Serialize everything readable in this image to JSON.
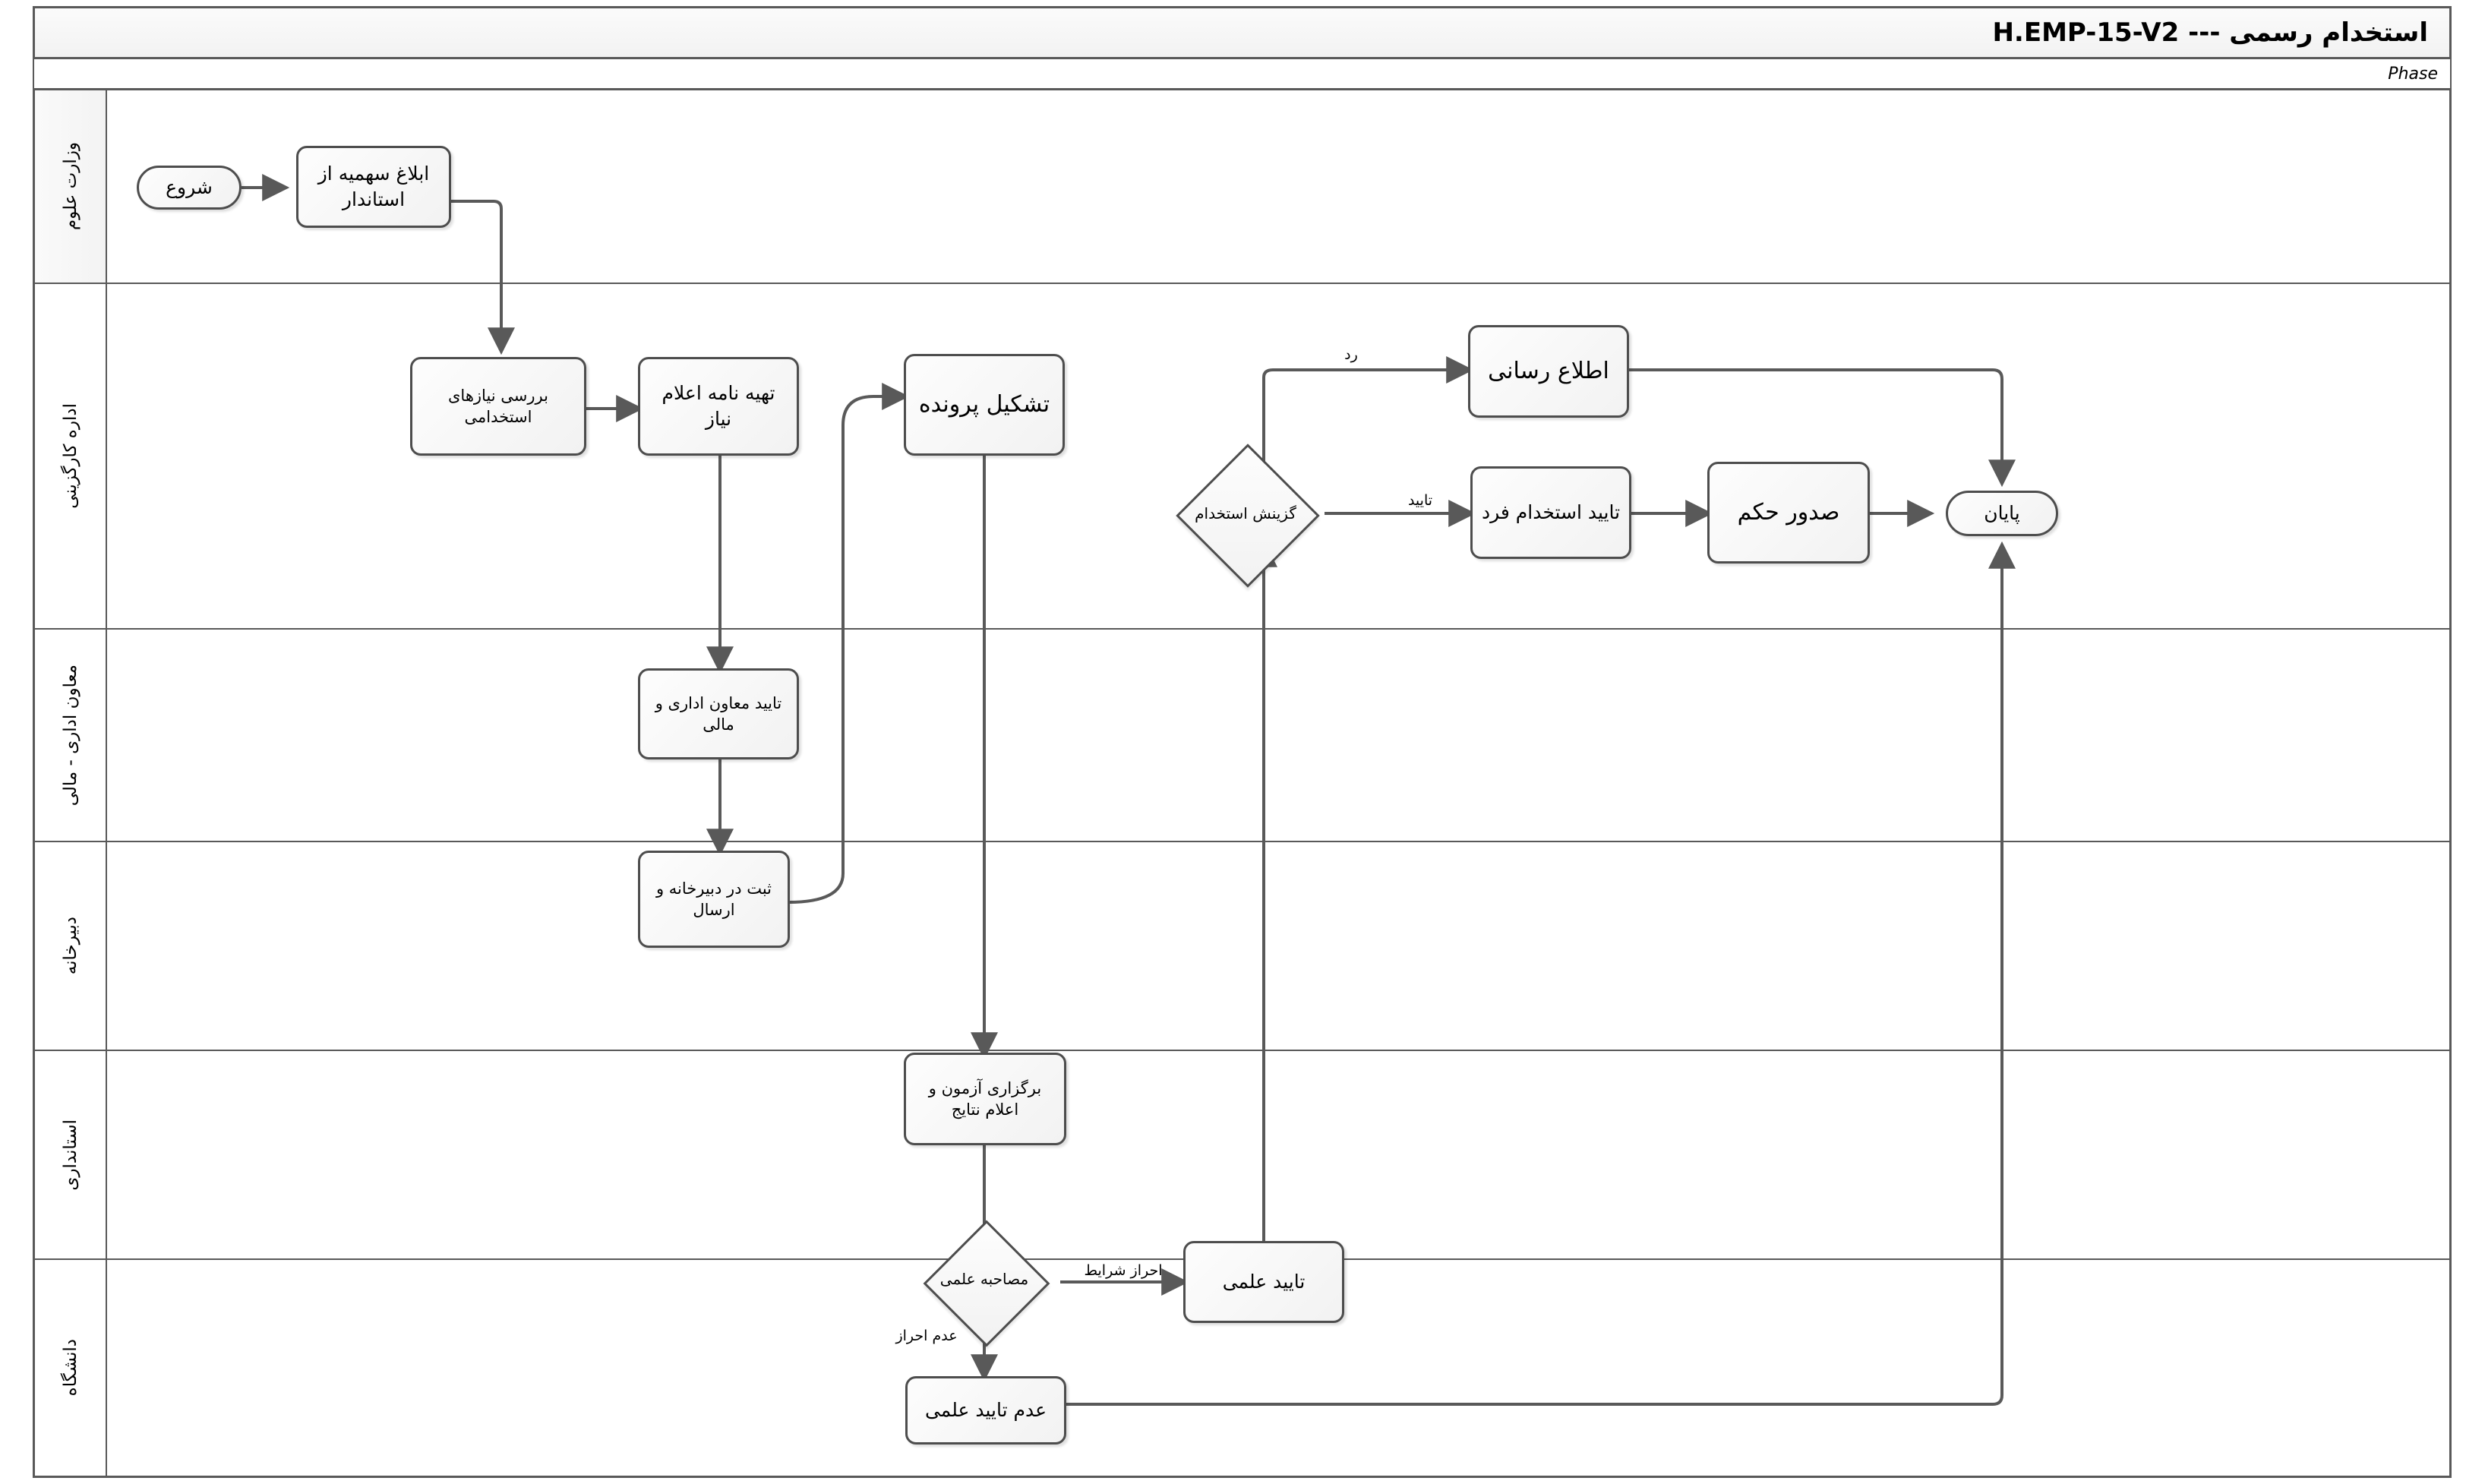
{
  "header": {
    "title": "استخدام رسمی --- H.EMP-15-V2",
    "phase_label": "Phase"
  },
  "lanes": [
    {
      "id": "ministry",
      "label": "وزارت علوم"
    },
    {
      "id": "hr-office",
      "label": "اداره کارگزینی"
    },
    {
      "id": "deputy",
      "label": "معاون اداری - مالی"
    },
    {
      "id": "registry",
      "label": "دبیرخانه"
    },
    {
      "id": "province",
      "label": "استانداری"
    },
    {
      "id": "university",
      "label": "دانشگاه"
    }
  ],
  "nodes": {
    "start": "شروع",
    "quota_notice": "ابلاغ سهمیه از استاندار",
    "review_needs": "بررسی نیازهای استخدامی",
    "prepare_letter": "تهیه نامه اعلام نیاز",
    "form_file": "تشکیل پرونده",
    "announce": "اطلاع رسانی",
    "selection_decision": "گزینش استخدام",
    "confirm_hire": "تایید استخدام فرد",
    "issue_decree": "صدور حکم",
    "end": "پایان",
    "deputy_approve": "تایید معاون اداری و مالی",
    "registry_record": "ثبت در دبیرخانه و ارسال",
    "exam_results": "برگزاری آزمون و اعلام نتایج",
    "interview_decision": "مصاحبه علمی",
    "scientific_approve": "تایید علمی",
    "scientific_reject": "عدم تایید علمی"
  },
  "edge_labels": {
    "reject": "رد",
    "approve": "تایید",
    "qualified": "احراز شرایط",
    "not_qualified": "عدم احراز"
  },
  "colors": {
    "border": "#4d4d4d",
    "lane_border": "#595959",
    "node_fill": "#f7f7f7",
    "line": "#595959",
    "text": "#000000"
  }
}
